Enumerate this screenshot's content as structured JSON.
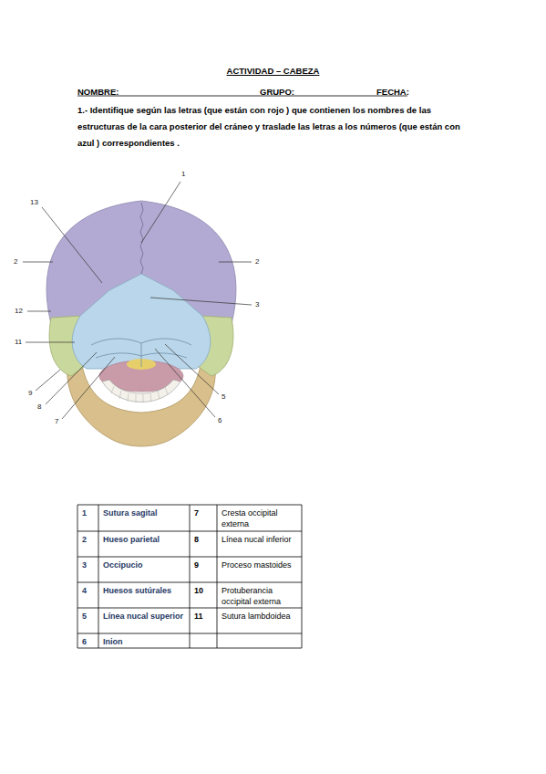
{
  "diagram": {
    "title": "ACTIVIDAD – CABEZA",
    "labels": [
      "NOMBRE:",
      "GRUPO:",
      "FECHA:",
      "1.- Identifique según las letras (que están con rojo ) que contienen los nombres de las estructuras de la cara posterior del cráneo y traslade las letras a los números (que están con azul ) correspondientes .",
      "1",
      "13",
      "2",
      "2",
      "12",
      "3",
      "11",
      "9",
      "8",
      "5",
      "7",
      "6",
      "1",
      "Sutura sagital",
      "7",
      "Cresta occipital externa",
      "2",
      "Hueso parietal",
      "8",
      "Línea nucal inferior",
      "3",
      "Occipucio",
      "9",
      "Proceso mastoides",
      "4",
      "Huesos sutúrales",
      "10",
      "Protuberancia occipital externa",
      "5",
      "Línea nucal superior",
      "11",
      "Sutura lambdoidea",
      "6",
      "Inion"
    ]
  }
}
